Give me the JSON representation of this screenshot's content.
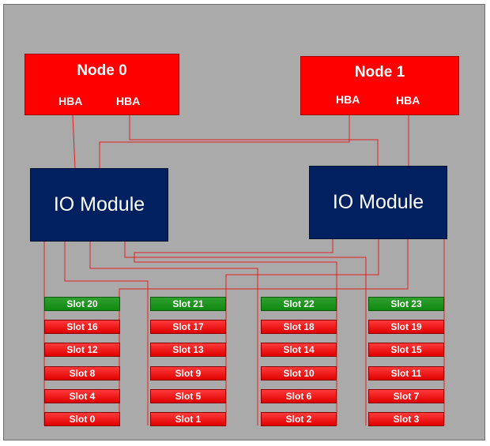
{
  "nodes": [
    {
      "title": "Node 0",
      "hba_labels": [
        "HBA",
        "HBA"
      ]
    },
    {
      "title": "Node 1",
      "hba_labels": [
        "HBA",
        "HBA"
      ]
    }
  ],
  "io_modules": [
    {
      "label": "IO Module"
    },
    {
      "label": "IO Module"
    }
  ],
  "colors": {
    "background": "#aaaaaa",
    "node": "#ff0000",
    "io_module": "#002060",
    "slot_active": "#1a961a",
    "slot_inactive": "#ee1010",
    "wire": "#e02020"
  },
  "slot_columns": [
    {
      "slots": [
        {
          "label": "Slot 20",
          "state": "active"
        },
        {
          "label": "Slot 16",
          "state": "inactive"
        },
        {
          "label": "Slot 12",
          "state": "inactive"
        },
        {
          "label": "Slot 8",
          "state": "inactive"
        },
        {
          "label": "Slot 4",
          "state": "inactive"
        },
        {
          "label": "Slot 0",
          "state": "inactive"
        }
      ]
    },
    {
      "slots": [
        {
          "label": "Slot 21",
          "state": "active"
        },
        {
          "label": "Slot 17",
          "state": "inactive"
        },
        {
          "label": "Slot 13",
          "state": "inactive"
        },
        {
          "label": "Slot 9",
          "state": "inactive"
        },
        {
          "label": "Slot 5",
          "state": "inactive"
        },
        {
          "label": "Slot 1",
          "state": "inactive"
        }
      ]
    },
    {
      "slots": [
        {
          "label": "Slot 22",
          "state": "active"
        },
        {
          "label": "Slot 18",
          "state": "inactive"
        },
        {
          "label": "Slot 14",
          "state": "inactive"
        },
        {
          "label": "Slot 10",
          "state": "inactive"
        },
        {
          "label": "Slot 6",
          "state": "inactive"
        },
        {
          "label": "Slot 2",
          "state": "inactive"
        }
      ]
    },
    {
      "slots": [
        {
          "label": "Slot 23",
          "state": "active"
        },
        {
          "label": "Slot 19",
          "state": "inactive"
        },
        {
          "label": "Slot 15",
          "state": "inactive"
        },
        {
          "label": "Slot 11",
          "state": "inactive"
        },
        {
          "label": "Slot 7",
          "state": "inactive"
        },
        {
          "label": "Slot 3",
          "state": "inactive"
        }
      ]
    }
  ]
}
